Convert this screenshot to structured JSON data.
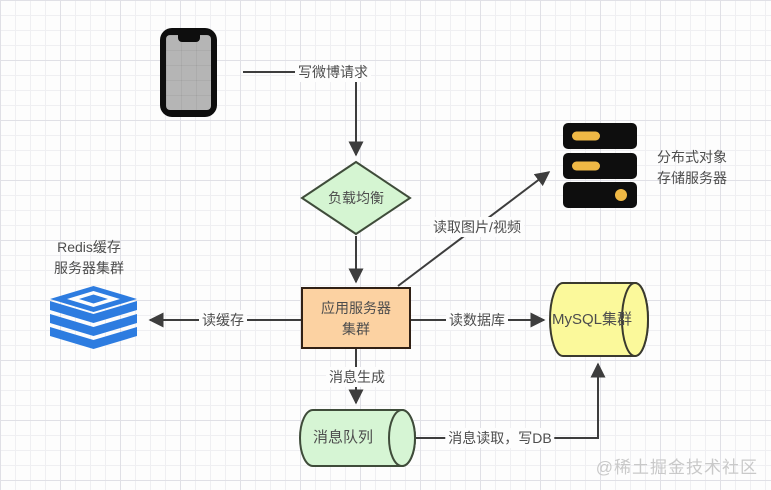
{
  "colors": {
    "line_color": "#3d3d3d",
    "label_text": "#4d4d4d",
    "diamond_fill": "#d5f5d2",
    "green_border": "#3f4c3a",
    "box_fill": "#fcd2a2",
    "box_border": "#302015",
    "mysql_fill": "#fbf99b",
    "mysql_border": "#3a3a2e",
    "mq_fill": "#d6f5d4",
    "redis_blue": "#2d7ce0",
    "icon_black": "#0e0e0e",
    "server_yellow": "#efb845",
    "phone_screen": "#b5b5b5",
    "watermark_color": "#c9c9c9"
  },
  "nodes": {
    "load_balancer": {
      "label": "负载均衡"
    },
    "app_server": {
      "line1": "应用服务器",
      "line2": "集群"
    },
    "object_storage": {
      "line1": "分布式对象",
      "line2": "存储服务器"
    },
    "redis": {
      "line1": "Redis缓存",
      "line2": "服务器集群"
    },
    "mysql": {
      "label": "MySQL集群"
    },
    "message_queue": {
      "label": "消息队列"
    }
  },
  "edges": {
    "phone_to_lb": {
      "label": "写微博请求"
    },
    "app_to_storage": {
      "label": "读取图片/视频"
    },
    "app_to_redis": {
      "label": "读缓存"
    },
    "app_to_mysql": {
      "label": "读数据库"
    },
    "app_to_mq": {
      "label": "消息生成"
    },
    "mq_to_mysql": {
      "label": "消息读取，写DB"
    }
  },
  "watermark": "@稀土掘金技术社区"
}
